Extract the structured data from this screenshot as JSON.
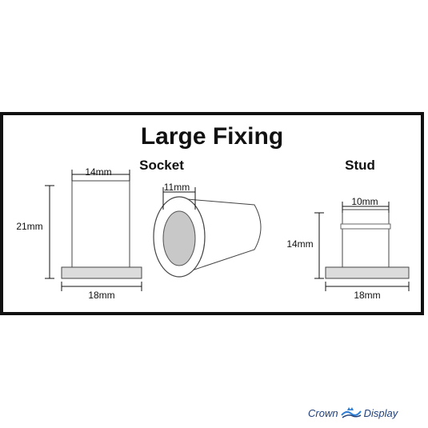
{
  "diagram": {
    "title": "Large Fixing",
    "socket": {
      "heading": "Socket",
      "top_width": "14mm",
      "height": "21mm",
      "base_width": "18mm",
      "opening_diameter": "11mm"
    },
    "stud": {
      "heading": "Stud",
      "top_width": "10mm",
      "height": "14mm",
      "base_width": "18mm"
    },
    "colors": {
      "frame": "#111111",
      "base_fill": "#dcdcdc",
      "hole_fill": "#c8c8c8",
      "brand_text": "#1f3f7a",
      "brand_accent": "#2f7fd6"
    }
  },
  "branding": {
    "left_word": "Crown",
    "right_word": "Display",
    "logo_icon": "crown-wave-icon"
  }
}
